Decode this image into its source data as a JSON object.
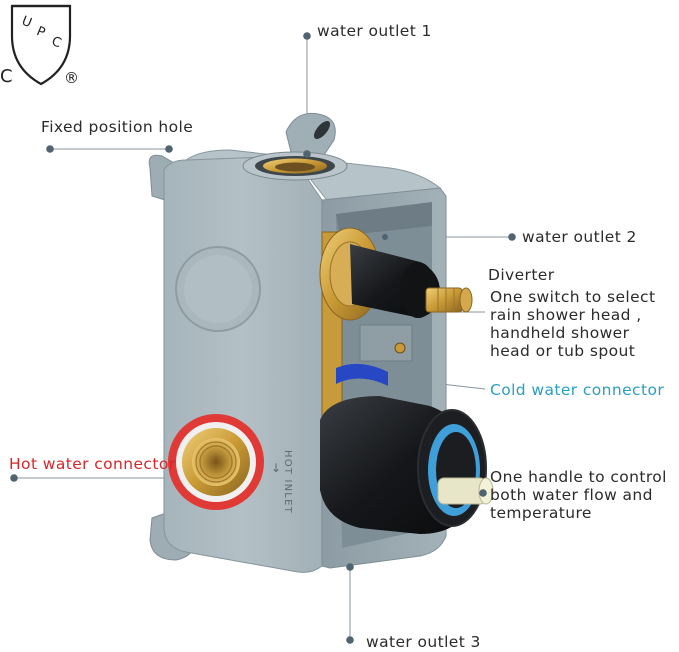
{
  "cert_mark": {
    "shield_text": "UPC",
    "left_letter": "C",
    "registered_symbol": "®"
  },
  "labels": {
    "water_outlet_1": "water outlet 1",
    "fixed_position_hole": "Fixed position hole",
    "water_outlet_2": "water outlet 2",
    "diverter_title": "Diverter",
    "diverter_desc": [
      "One switch to select",
      "rain shower head ,",
      "handheld shower",
      "head or tub spout"
    ],
    "cold_water_connector": "Cold water connector",
    "hot_water_connector": "Hot water connector",
    "handle_desc": [
      "One handle to control",
      "both water flow and",
      "temperature"
    ],
    "water_outlet_3": "water outlet 3"
  },
  "body_text": "HOT INLET",
  "colors": {
    "label_text": "#2b2b2b",
    "cold_label": "#2a9fc4",
    "hot_label": "#d8262b",
    "leader_line": "#8a959c",
    "dot": "#4f6470",
    "housing": "#9aa9b1",
    "brass": "#c9a23d",
    "hot_ring": "#e03a36",
    "cold_ring": "#2747c4"
  }
}
